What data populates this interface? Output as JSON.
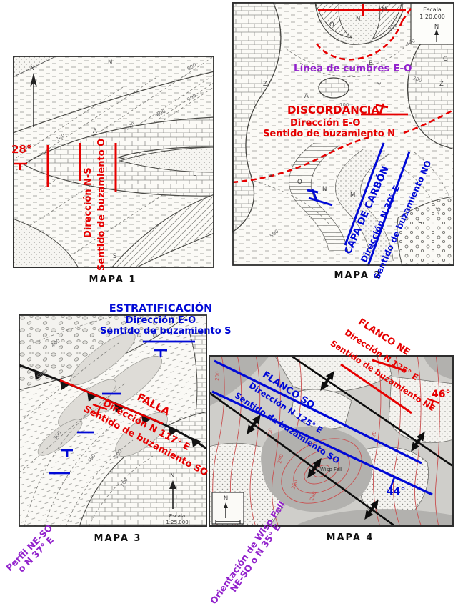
{
  "colors": {
    "red": "#e60000",
    "blue": "#0009d6",
    "purple": "#9222cc"
  },
  "map1": {
    "caption": "MAPA 1",
    "north": "N",
    "dip_angle": "28°",
    "direction": "Dirección N-S",
    "dip_sense": "Sentido de buzamiento O",
    "contours": [
      "200",
      "300",
      "500",
      "600",
      "700",
      "800"
    ],
    "letters": [
      "N",
      "A",
      "L",
      "S"
    ]
  },
  "map2": {
    "caption": "MAPA 2",
    "scale_label": "Escala",
    "scale_value": "1:20.000",
    "north": "N",
    "cumbres": "Línea de cumbres E-O",
    "discordancia": {
      "title": "DISCORDANCIA",
      "line1": "Dirección E-O",
      "line2": "Sentido de buzamiento N"
    },
    "carbon": {
      "title": "CAPA DE CARBÓN",
      "line1": "Dirección N 30° E",
      "line2": "Sentido de buzamiento NO"
    },
    "letters_top": [
      "M",
      "N",
      "O",
      "B",
      "Z",
      "Y",
      "Z",
      "A",
      "C"
    ],
    "letters_bottom": [
      "P",
      "O",
      "N",
      "M",
      "L"
    ],
    "contours": [
      "300",
      "400",
      "200",
      "100",
      "500"
    ]
  },
  "map3": {
    "caption": "MAPA 3",
    "estratificacion": {
      "title": "ESTRATIFICACIÓN",
      "line1": "Dirección E-O",
      "line2": "Sentido de buzamiento S"
    },
    "falla": {
      "title": "FALLA",
      "line1": "Dirección N 117° E",
      "line2": "Sentido de buzamiento SO"
    },
    "scale_label": "Escala",
    "scale_value": "1:25.000",
    "north": "N",
    "profile_note": {
      "line1": "Perfil NE-SO",
      "line2": "o N 37° E"
    },
    "contours": [
      "400",
      "500",
      "300",
      "400",
      "500",
      "700"
    ]
  },
  "map4": {
    "caption": "MAPA 4",
    "flanco_ne": {
      "title": "FLANCO NE",
      "line1": "Dirección N 125° E",
      "line2": "Sentido de buzamiento NE"
    },
    "flanco_so": {
      "title": "FLANCO SO",
      "line1": "Dirección N 125° E",
      "line2": "Sentido de buzamiento SO"
    },
    "dip_ne": "46°",
    "dip_so": "44°",
    "hill": "Wisp Fell",
    "north": "N",
    "orientation_note": {
      "line1": "Orientación de Wisp Fell",
      "line2": "NE-SO o N 35° E"
    },
    "contours": [
      "240",
      "260",
      "280",
      "300",
      "320",
      "200"
    ]
  }
}
